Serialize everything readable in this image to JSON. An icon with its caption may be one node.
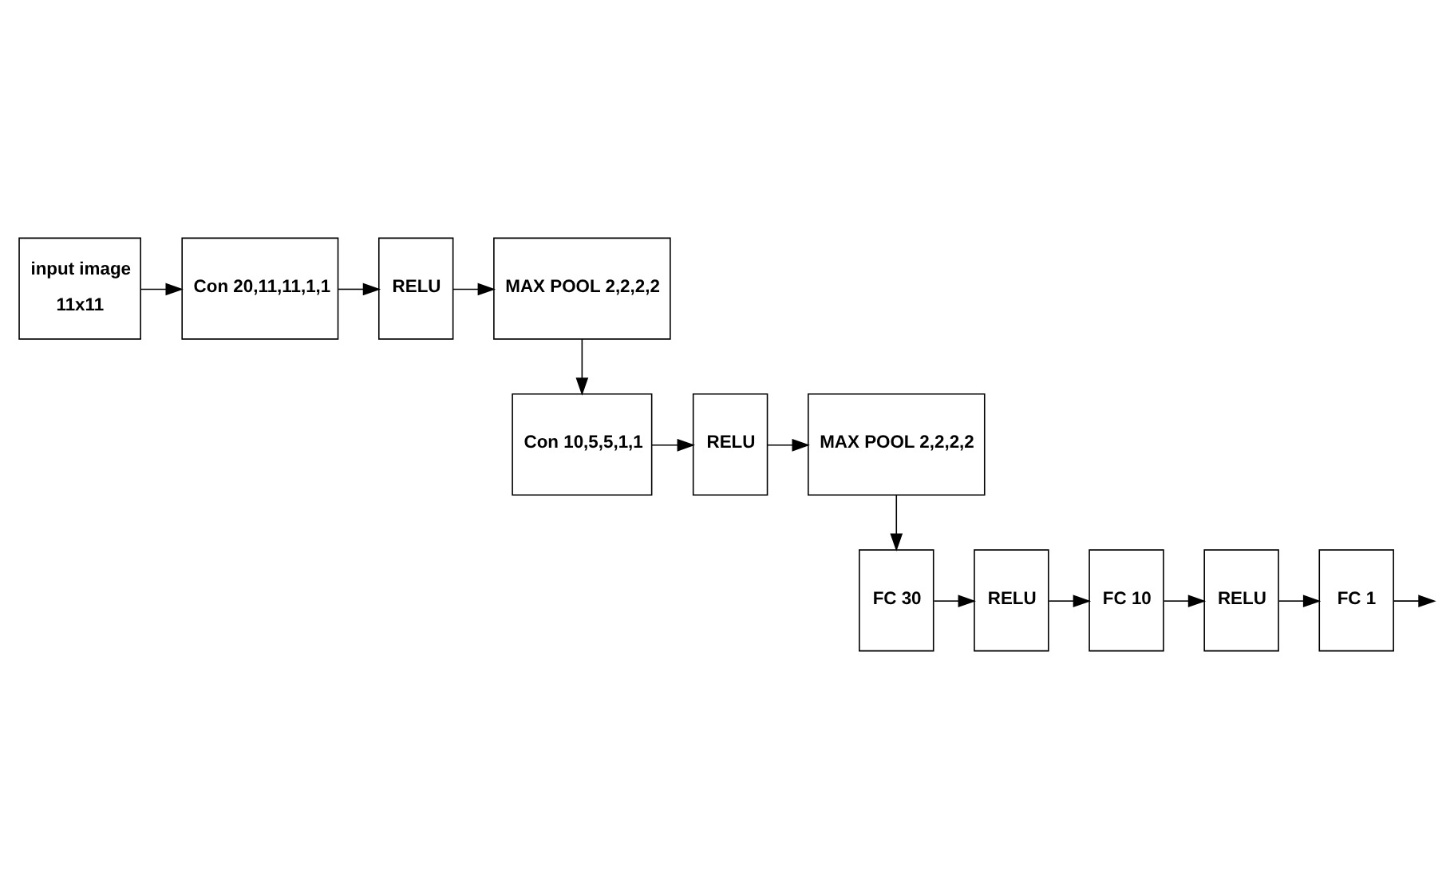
{
  "diagram": {
    "nodes": [
      {
        "text": [
          "input image",
          "11x11"
        ]
      },
      {
        "text": [
          "Con 20,11,11,1,1"
        ]
      },
      {
        "text": [
          "RELU"
        ]
      },
      {
        "text": [
          "MAX POOL 2,2,2,2"
        ]
      },
      {
        "text": [
          "Con 10,5,5,1,1"
        ]
      },
      {
        "text": [
          "RELU"
        ]
      },
      {
        "text": [
          "MAX POOL 2,2,2,2"
        ]
      },
      {
        "text": [
          "FC 30"
        ]
      },
      {
        "text": [
          "RELU"
        ]
      },
      {
        "text": [
          "FC 10"
        ]
      },
      {
        "text": [
          "RELU"
        ]
      },
      {
        "text": [
          "FC 1"
        ]
      }
    ],
    "edges": [
      {
        "from": 0,
        "to": 1,
        "arrow": "to"
      },
      {
        "from": 1,
        "to": 2,
        "arrow": "to"
      },
      {
        "from": 2,
        "to": 3,
        "arrow": "to"
      },
      {
        "from": 3,
        "to": 4,
        "arrow": "to"
      },
      {
        "from": 4,
        "to": 5,
        "arrow": "to"
      },
      {
        "from": 5,
        "to": 6,
        "arrow": "to"
      },
      {
        "from": 6,
        "to": 7,
        "arrow": "to"
      },
      {
        "from": 7,
        "to": 8,
        "arrow": "to"
      },
      {
        "from": 8,
        "to": 9,
        "arrow": "to"
      },
      {
        "from": 9,
        "to": 10,
        "arrow": "to"
      },
      {
        "from": 10,
        "to": 11,
        "arrow": "to"
      },
      {
        "from": 11,
        "to": null,
        "arrow": "to"
      }
    ]
  }
}
